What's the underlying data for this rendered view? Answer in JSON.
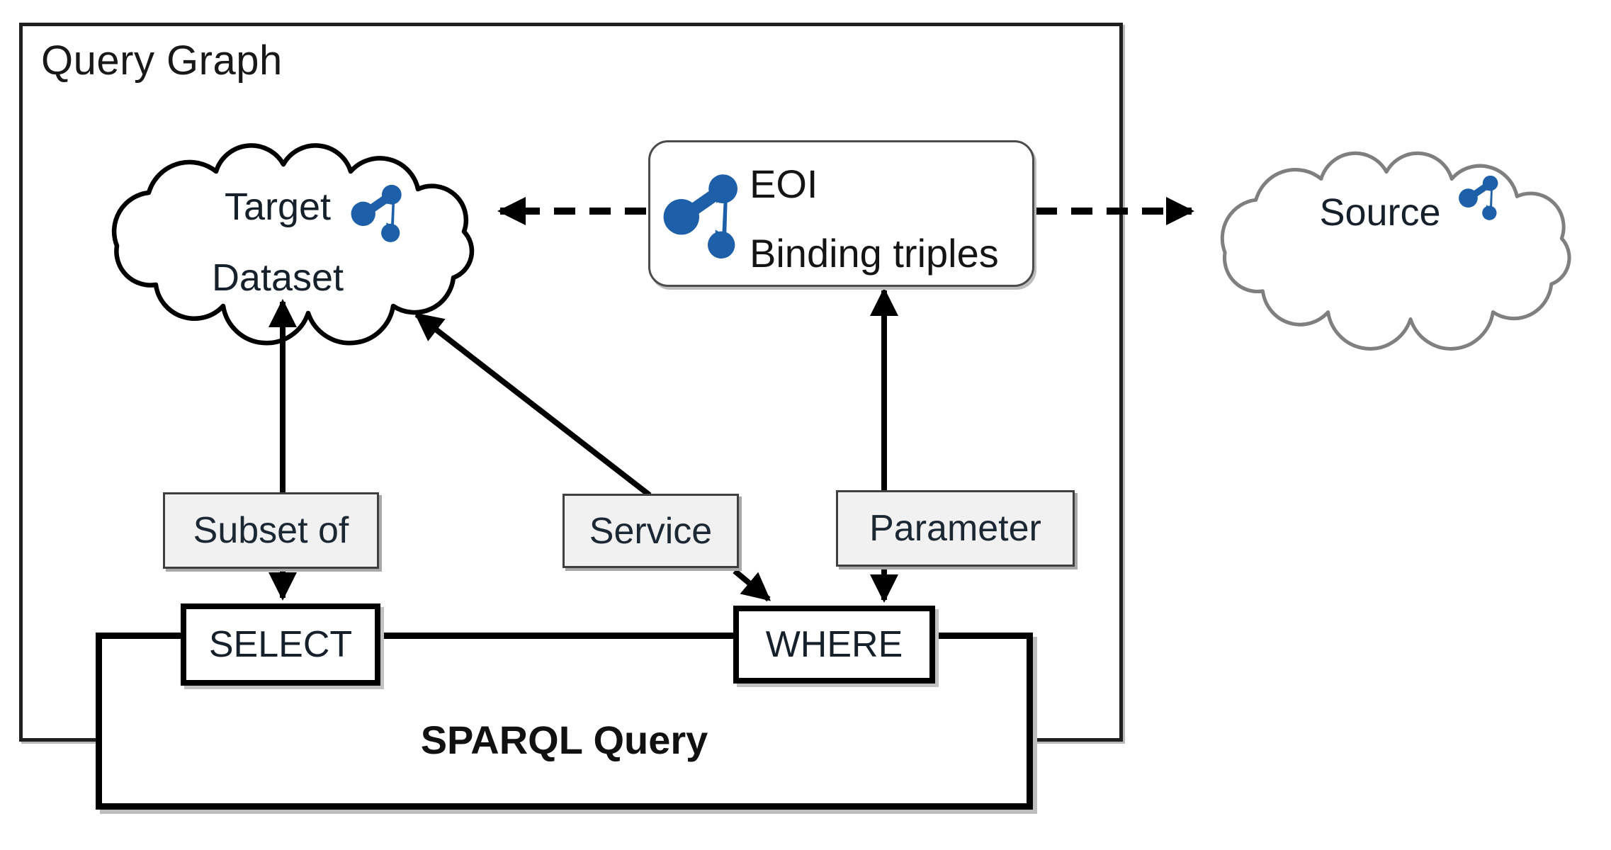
{
  "title": "Query Graph",
  "colors": {
    "accent_blue": "#1d5fa8",
    "box_fill_gray": "#f1f1f1",
    "border_dark": "#1f1f1f",
    "cloud_target_stroke": "#000000",
    "cloud_source_stroke": "#7f7f7f"
  },
  "clouds": {
    "target": {
      "line1": "Target",
      "line2": "Dataset",
      "icon": "rdf-graph-icon"
    },
    "source": {
      "label": "Source",
      "icon": "rdf-graph-icon"
    }
  },
  "eoi": {
    "line1": "EOI",
    "line2": "Binding triples",
    "icon": "rdf-graph-icon"
  },
  "edge_labels": {
    "subset_of": "Subset of",
    "service": "Service",
    "parameter": "Parameter"
  },
  "query": {
    "select": "SELECT",
    "where": "WHERE",
    "sparql": "SPARQL Query"
  }
}
